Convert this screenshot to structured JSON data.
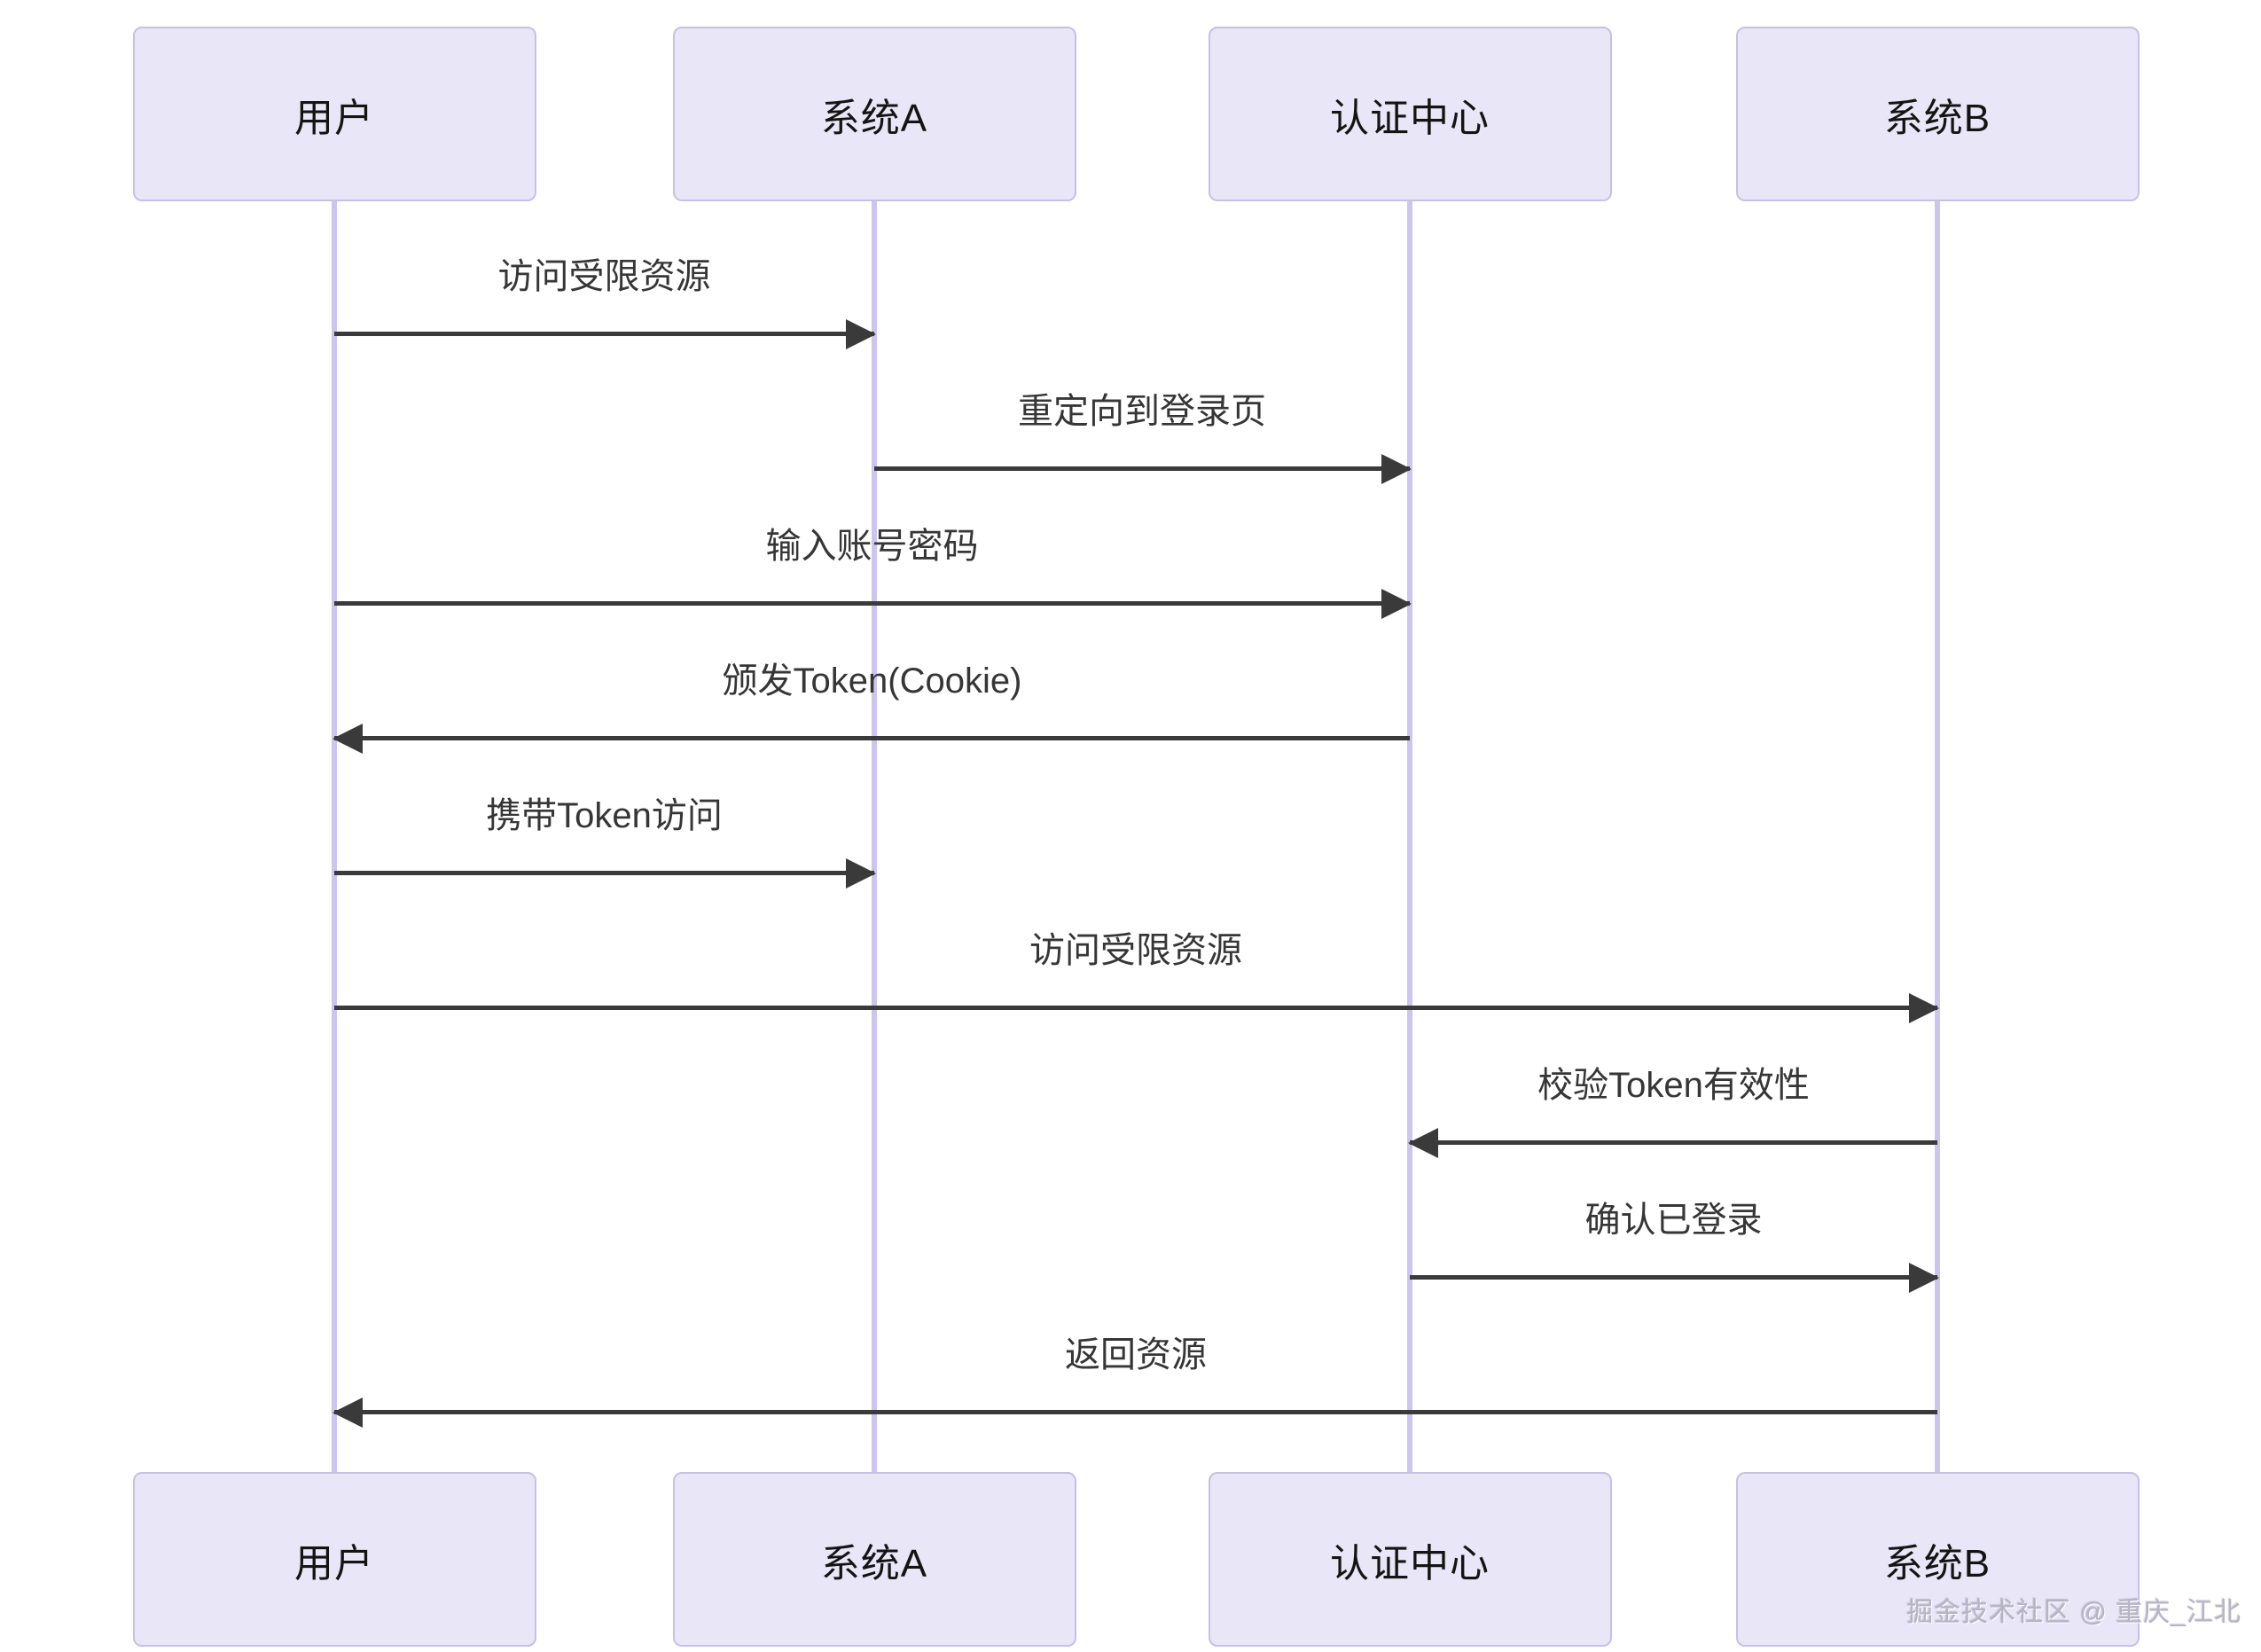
{
  "diagram": {
    "title": "SSO single sign-on sequence diagram",
    "actors": [
      {
        "id": "user",
        "label": "用户"
      },
      {
        "id": "sysA",
        "label": "系统A"
      },
      {
        "id": "auth",
        "label": "认证中心"
      },
      {
        "id": "sysB",
        "label": "系统B"
      }
    ],
    "messages": [
      {
        "from": "user",
        "to": "sysA",
        "label": "访问受限资源"
      },
      {
        "from": "sysA",
        "to": "auth",
        "label": "重定向到登录页"
      },
      {
        "from": "user",
        "to": "auth",
        "label": "输入账号密码"
      },
      {
        "from": "auth",
        "to": "user",
        "label": "颁发Token(Cookie)"
      },
      {
        "from": "user",
        "to": "sysA",
        "label": "携带Token访问"
      },
      {
        "from": "user",
        "to": "sysB",
        "label": "访问受限资源"
      },
      {
        "from": "sysB",
        "to": "auth",
        "label": "校验Token有效性"
      },
      {
        "from": "auth",
        "to": "sysB",
        "label": "确认已登录"
      },
      {
        "from": "sysB",
        "to": "user",
        "label": "返回资源"
      }
    ]
  },
  "watermark": {
    "text": "掘金技术社区 @ 重庆_江北"
  },
  "colors": {
    "actor_fill": "#e9e6f7",
    "actor_border": "#c7c0e6",
    "lifeline": "#cdc5ee",
    "arrow": "#3a3a3a",
    "message_text": "#363636",
    "actor_text": "#141414",
    "watermark_text": "#b7b4c4",
    "background": "#ffffff"
  }
}
